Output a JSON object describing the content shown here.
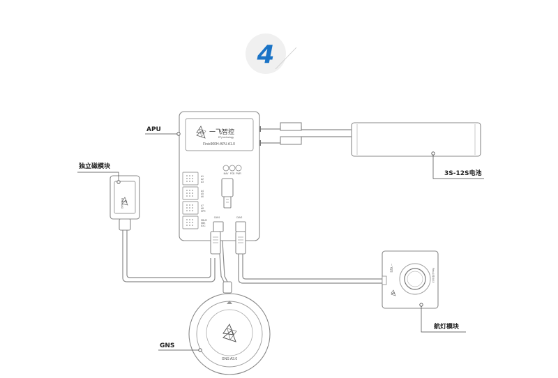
{
  "step": {
    "number": "4",
    "accent": "#1a73c6"
  },
  "labels": {
    "apu": "APU",
    "battery": "3S-12S电池",
    "mag": "独立磁模块",
    "gns": "GNS",
    "light": "航灯模块"
  },
  "apu_unit": {
    "brand_cn": "一飞智控",
    "brand_en": "EFy technology",
    "model": "Finix900H-APU A1.0",
    "leds": [
      "MAV",
      "PCB",
      "PWR"
    ],
    "port_groups": [
      [
        "A1",
        "A2",
        "A3"
      ],
      [
        "A4",
        "A5",
        "A6"
      ],
      [
        "A7",
        "A8",
        "SPR"
      ],
      [
        "SBUS",
        "SBK",
        "EXC"
      ]
    ],
    "can_ports": [
      "CAN1",
      "CAN2"
    ]
  },
  "mag_unit": {
    "model": "Finix-MAG"
  },
  "gns_unit": {
    "model": "GNS A3.0"
  },
  "light_unit": {
    "model": "Finix-LED A0.3",
    "side_text": "一飞智控"
  },
  "colors": {
    "line": "#8a8a8a",
    "callout": "#444444",
    "text": "#222222"
  }
}
